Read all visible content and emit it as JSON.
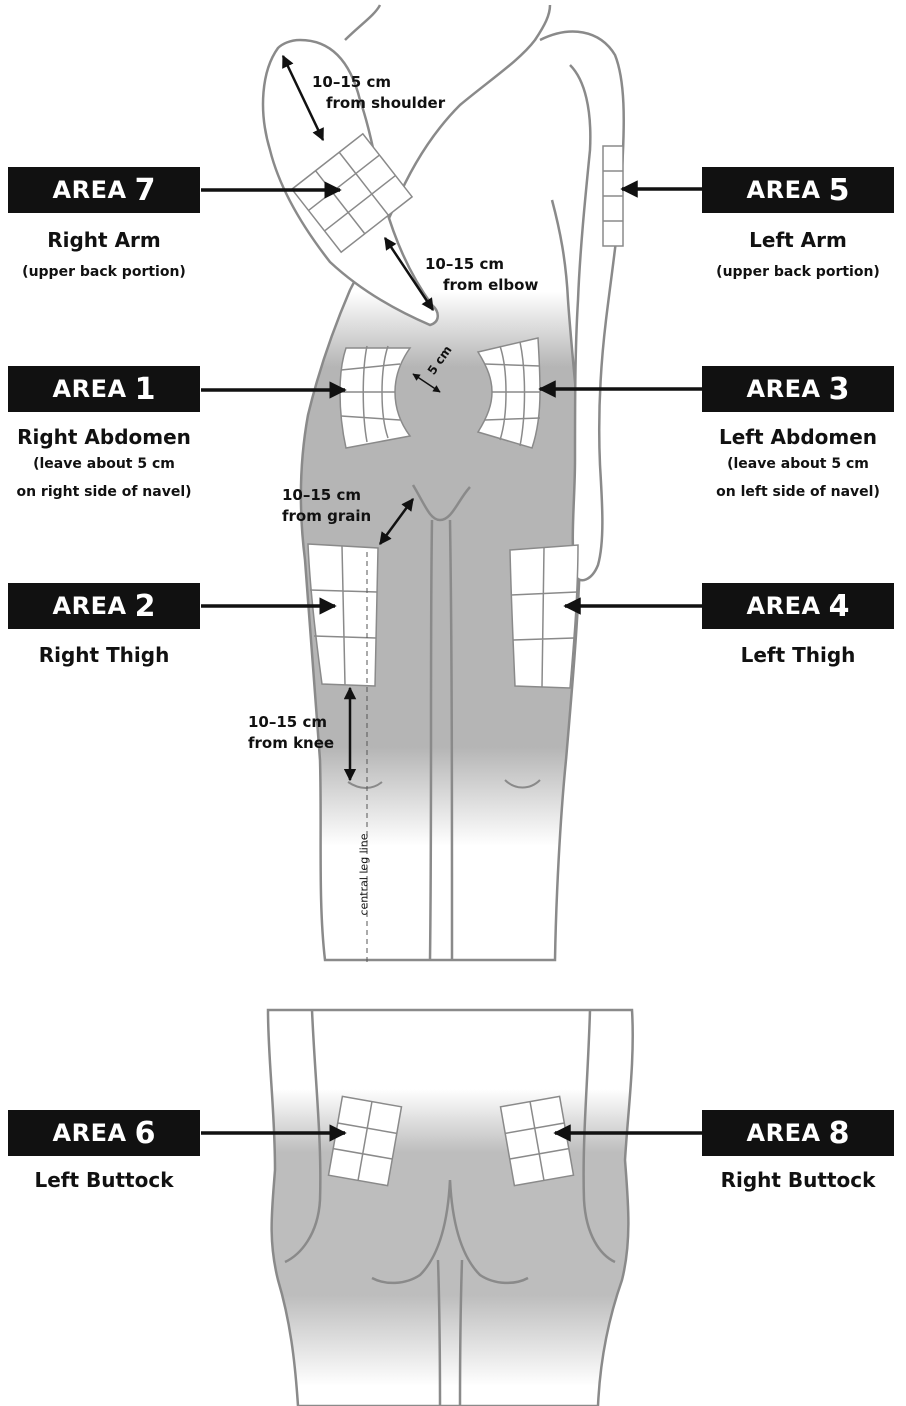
{
  "areas": {
    "area7": {
      "word": "AREA",
      "number": "7",
      "name": "Right Arm",
      "note": "(upper back portion)"
    },
    "area5": {
      "word": "AREA",
      "number": "5",
      "name": "Left Arm",
      "note": "(upper back portion)"
    },
    "area1": {
      "word": "AREA",
      "number": "1",
      "name": "Right Abdomen",
      "note_line1": "(leave about 5 cm",
      "note_line2": "on right side of navel)"
    },
    "area3": {
      "word": "AREA",
      "number": "3",
      "name": "Left Abdomen",
      "note_line1": "(leave about 5 cm",
      "note_line2": "on left side of navel)"
    },
    "area2": {
      "word": "AREA",
      "number": "2",
      "name": "Right Thigh"
    },
    "area4": {
      "word": "AREA",
      "number": "4",
      "name": "Left Thigh"
    },
    "area6": {
      "word": "AREA",
      "number": "6",
      "name": "Left Buttock"
    },
    "area8": {
      "word": "AREA",
      "number": "8",
      "name": "Right Buttock"
    }
  },
  "annotations": {
    "shoulder": {
      "line1": "10–15 cm",
      "line2": "from shoulder"
    },
    "elbow": {
      "line1": "10–15 cm",
      "line2": "from elbow"
    },
    "navel": "5 cm",
    "groin": {
      "line1": "10–15 cm",
      "line2": "from grain"
    },
    "knee": {
      "line1": "10–15 cm",
      "line2": "from knee"
    },
    "leg_line": "central leg line"
  },
  "colors": {
    "label_box": "#111111",
    "label_text": "#ffffff",
    "body_outline": "#8a8a8a",
    "shading": "#b5b5b5",
    "grid_fill": "#ffffff"
  }
}
